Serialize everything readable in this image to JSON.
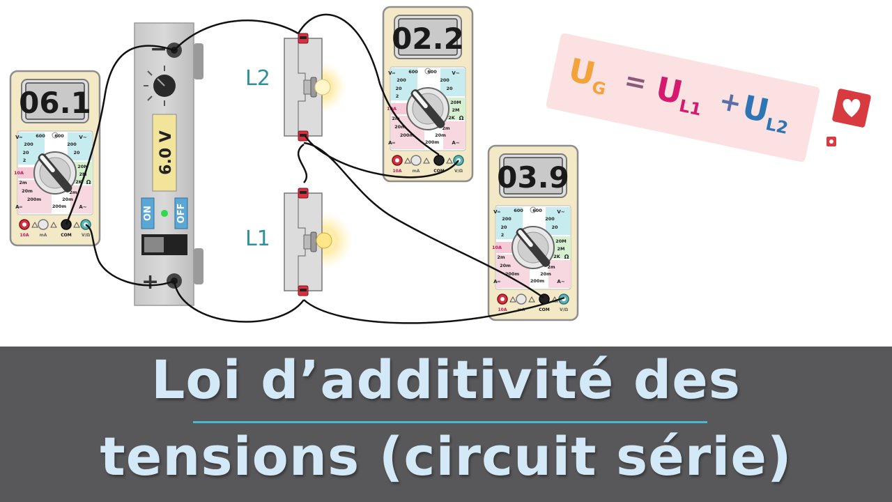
{
  "title": {
    "line1": "Loi d’additivité des",
    "line2": "tensions (circuit série)"
  },
  "formula": {
    "lhs": "U",
    "lhs_sub": "G",
    "op": "=",
    "t1": "U",
    "t1_sub": "L1",
    "plus": "+",
    "t2": "U",
    "t2_sub": "L2"
  },
  "generator": {
    "display": "6.0 V",
    "minus": "−",
    "plus": "+",
    "on_label": "ON",
    "off_label": "OFF"
  },
  "lamps": {
    "l2": "L2",
    "l1": "L1"
  },
  "multimeters": {
    "left": {
      "reading": "06.1"
    },
    "top": {
      "reading": "02.2"
    },
    "right": {
      "reading": "03.9"
    }
  },
  "dial_labels": {
    "v_dc": "V═",
    "v_ac": "V~",
    "a_dc": "A═",
    "a_ac": "A~",
    "r600a": "600",
    "r200a": "200",
    "r20a": "20",
    "r2a": "2",
    "r600b": "600",
    "r200b": "200",
    "r20b": "20",
    "r10a": "10A",
    "r2m": "2m",
    "r20m": "20m",
    "r200m": "200m",
    "o20m": "20M",
    "o2m": "2M",
    "o2k": "2K",
    "ohm": "Ω",
    "a2m": "2m",
    "a20m": "20m",
    "a200m": "200m",
    "j10a": "10A",
    "jma": "mA",
    "jcom": "COM",
    "jv": "V/Ω"
  },
  "colors": {
    "banner": "#58585a",
    "title": "#d4e9f7",
    "rule": "#47b8d6",
    "ug": "#f4a23a",
    "ul1": "#d4196f",
    "ul2": "#2e75b5",
    "lamp_label": "#2f8f9d",
    "lcd_bg": "#c9c9c9",
    "generator_display": "#f2e49a"
  }
}
